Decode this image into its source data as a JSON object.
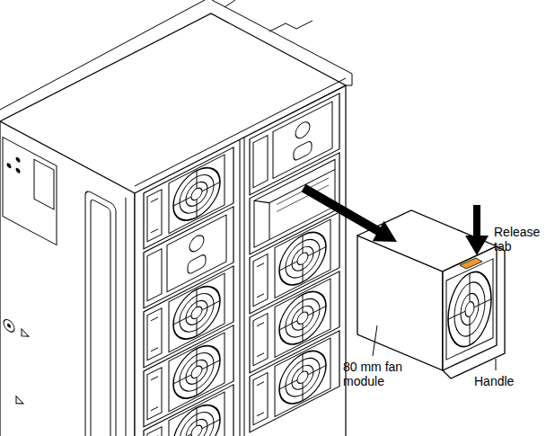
{
  "diagram": {
    "labels": [
      "Release tab",
      "80 mm fan module",
      "Handle"
    ]
  }
}
